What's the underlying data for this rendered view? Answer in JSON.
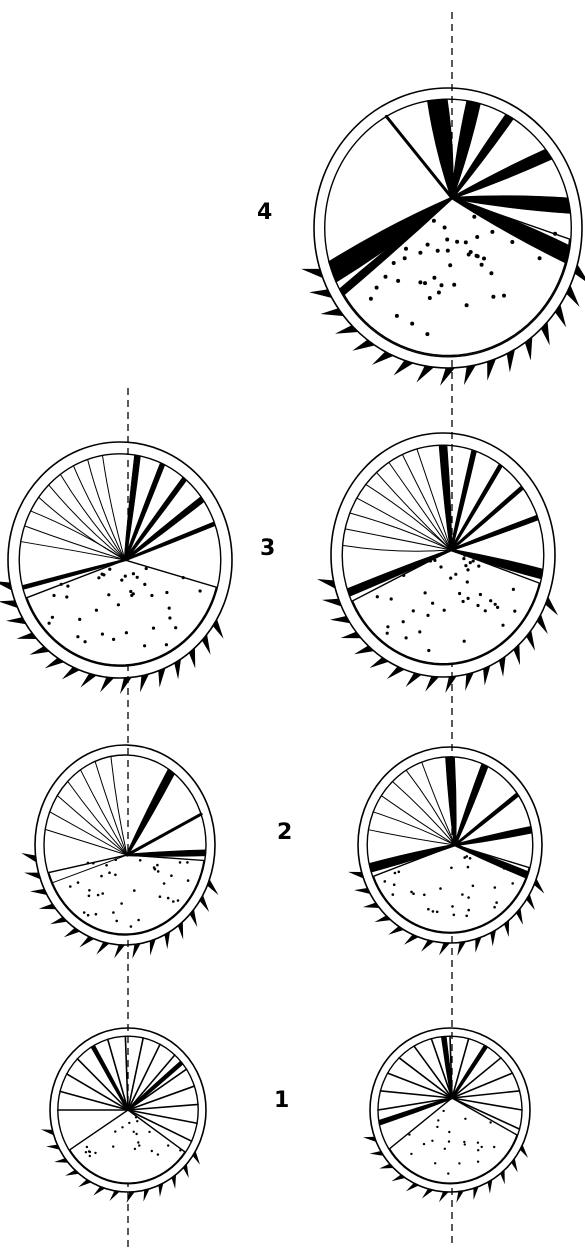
{
  "stages": [
    {
      "label": "4"
    },
    {
      "label": "3"
    },
    {
      "label": "2"
    },
    {
      "label": "1"
    }
  ]
}
